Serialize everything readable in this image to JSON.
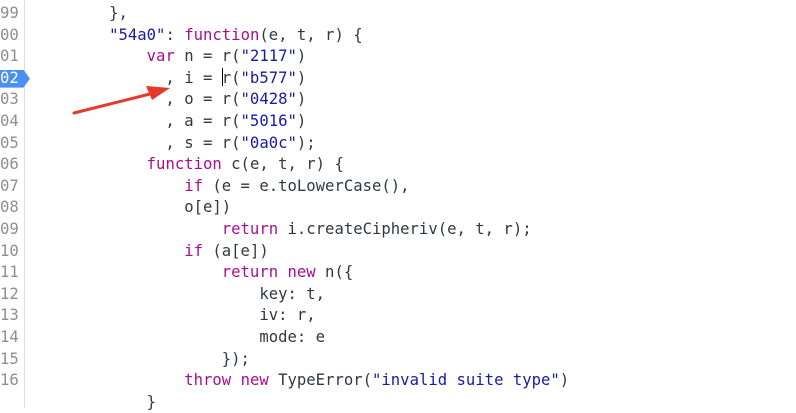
{
  "gutter": {
    "line_numbers": [
      "99",
      "00",
      "01",
      "02",
      "03",
      "04",
      "05",
      "06",
      "07",
      "08",
      "09",
      "10",
      "11",
      "12",
      "13",
      "14",
      "15",
      "16",
      ""
    ],
    "active_line": "02"
  },
  "code": {
    "lines": [
      [
        {
          "t": "        },",
          "c": ""
        }
      ],
      [
        {
          "t": "        ",
          "c": ""
        },
        {
          "t": "\"54a0\"",
          "c": "str"
        },
        {
          "t": ": ",
          "c": ""
        },
        {
          "t": "function",
          "c": "kw"
        },
        {
          "t": "(e, t, r) {",
          "c": ""
        }
      ],
      [
        {
          "t": "            ",
          "c": ""
        },
        {
          "t": "var",
          "c": "kw"
        },
        {
          "t": " n = r(",
          "c": ""
        },
        {
          "t": "\"2117\"",
          "c": "str"
        },
        {
          "t": ")",
          "c": ""
        }
      ],
      [
        {
          "t": "              , i = ",
          "c": ""
        },
        {
          "t": "",
          "c": "caret"
        },
        {
          "t": "r(",
          "c": ""
        },
        {
          "t": "\"b577\"",
          "c": "str"
        },
        {
          "t": ")",
          "c": ""
        }
      ],
      [
        {
          "t": "              , o = r(",
          "c": ""
        },
        {
          "t": "\"0428\"",
          "c": "str"
        },
        {
          "t": ")",
          "c": ""
        }
      ],
      [
        {
          "t": "              , a = r(",
          "c": ""
        },
        {
          "t": "\"5016\"",
          "c": "str"
        },
        {
          "t": ")",
          "c": ""
        }
      ],
      [
        {
          "t": "              , s = r(",
          "c": ""
        },
        {
          "t": "\"0a0c\"",
          "c": "str"
        },
        {
          "t": ");",
          "c": ""
        }
      ],
      [
        {
          "t": "            ",
          "c": ""
        },
        {
          "t": "function",
          "c": "kw"
        },
        {
          "t": " c(e, t, r) {",
          "c": ""
        }
      ],
      [
        {
          "t": "                ",
          "c": ""
        },
        {
          "t": "if",
          "c": "kw"
        },
        {
          "t": " (e = e.toLowerCase(),",
          "c": ""
        }
      ],
      [
        {
          "t": "                o[e])",
          "c": ""
        }
      ],
      [
        {
          "t": "                    ",
          "c": ""
        },
        {
          "t": "return",
          "c": "kw"
        },
        {
          "t": " i.createCipheriv(e, t, r);",
          "c": ""
        }
      ],
      [
        {
          "t": "                ",
          "c": ""
        },
        {
          "t": "if",
          "c": "kw"
        },
        {
          "t": " (a[e])",
          "c": ""
        }
      ],
      [
        {
          "t": "                    ",
          "c": ""
        },
        {
          "t": "return",
          "c": "kw"
        },
        {
          "t": " ",
          "c": ""
        },
        {
          "t": "new",
          "c": "kw"
        },
        {
          "t": " n({",
          "c": ""
        }
      ],
      [
        {
          "t": "                        key: t,",
          "c": ""
        }
      ],
      [
        {
          "t": "                        iv: r,",
          "c": ""
        }
      ],
      [
        {
          "t": "                        mode: e",
          "c": ""
        }
      ],
      [
        {
          "t": "                    });",
          "c": ""
        }
      ],
      [
        {
          "t": "                ",
          "c": ""
        },
        {
          "t": "throw",
          "c": "kw"
        },
        {
          "t": " ",
          "c": ""
        },
        {
          "t": "new",
          "c": "kw"
        },
        {
          "t": " TypeError(",
          "c": ""
        },
        {
          "t": "\"invalid suite type\"",
          "c": "str"
        },
        {
          "t": ")",
          "c": ""
        }
      ],
      [
        {
          "t": "            }",
          "c": ""
        }
      ]
    ]
  },
  "colors": {
    "keyword": "#aa0d91",
    "string": "#1a1aa6",
    "text": "#303942",
    "line_number": "#8f8f8f",
    "breakpoint": "#4b8ff0",
    "annotation_arrow": "#e8372b"
  },
  "annotation": {
    "icon": "red-arrow-icon"
  }
}
